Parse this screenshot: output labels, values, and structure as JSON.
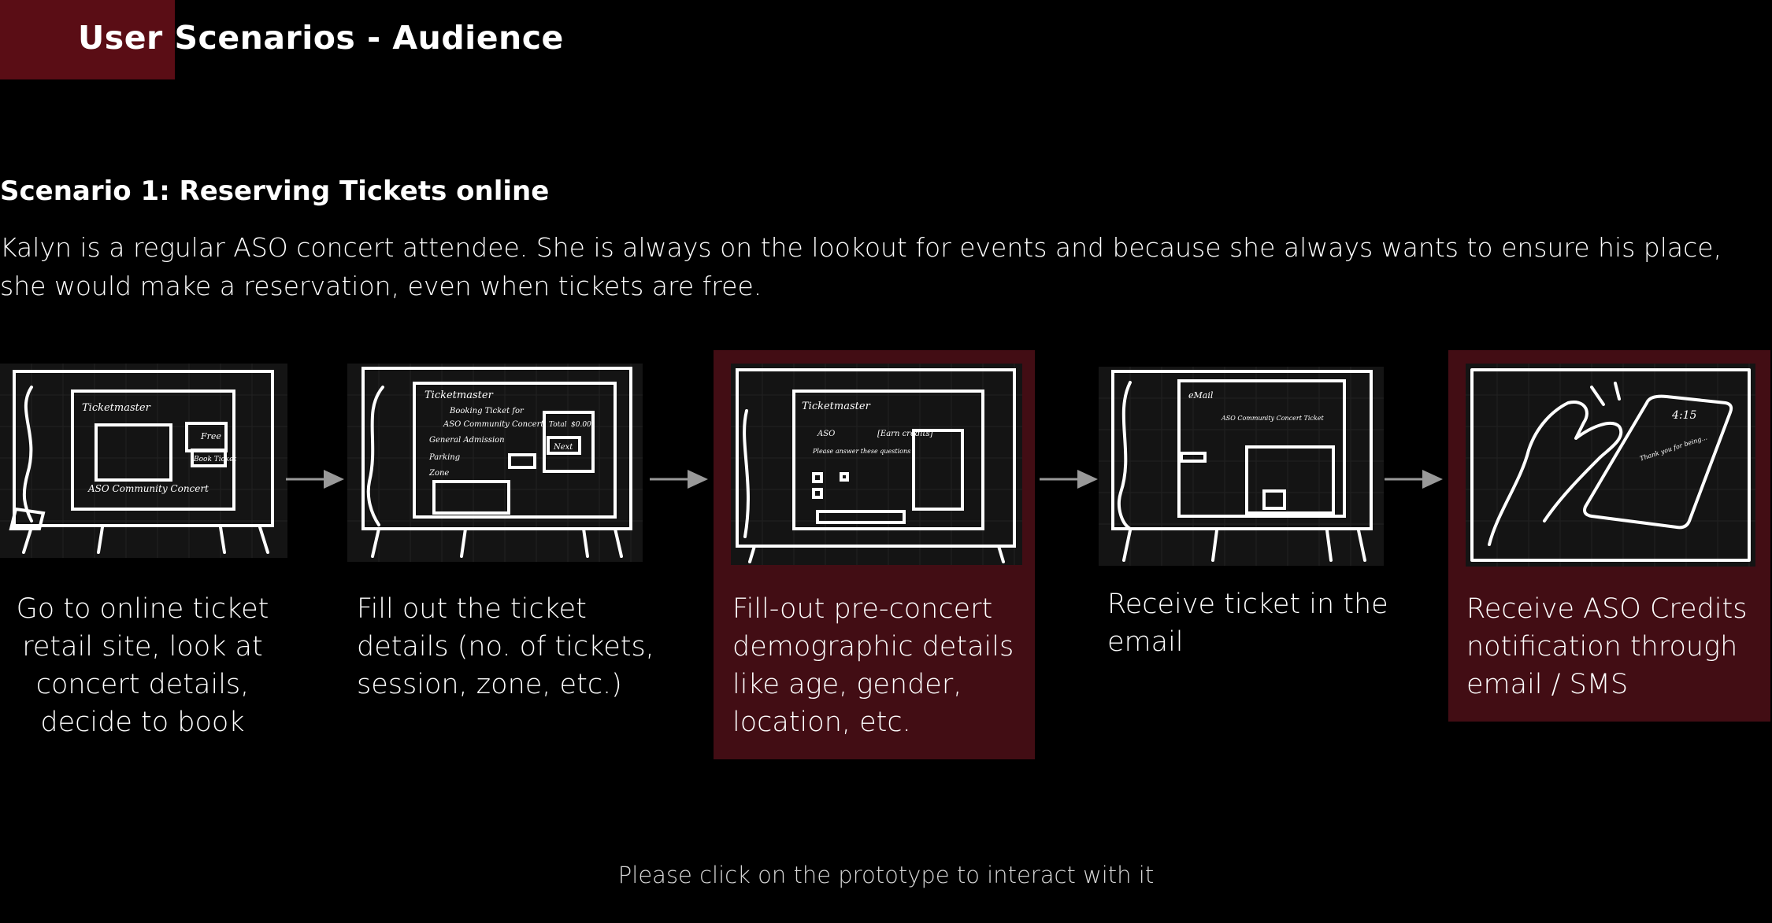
{
  "header": {
    "title": "User Scenarios - Audience"
  },
  "scenario": {
    "title": "Scenario 1: Reserving Tickets online",
    "description_line1": "Kalyn is a regular ASO concert attendee. She is always on the lookout for events and because she always wants to ensure his place,",
    "description_line2": "she would make a reservation, even when tickets are free."
  },
  "steps": [
    {
      "lines": [
        "Go to online ticket",
        "retail site, look at",
        "concert details,",
        "decide to book"
      ],
      "highlighted": false,
      "sketch": {
        "brand": "Ticketmaster",
        "text": "ASO Community Concert",
        "button": "Book Ticket",
        "free": "Free"
      }
    },
    {
      "lines": [
        "Fill out the ticket",
        "details (no. of tickets,",
        "session, zone, etc.)"
      ],
      "highlighted": false,
      "sketch": {
        "brand": "Ticketmaster",
        "text1": "Booking Ticket for",
        "text2": "ASO Community Concert",
        "text3": "General Admission",
        "parking": "Parking",
        "zone": "Zone",
        "next": "Next",
        "total": "Total",
        "price": "$0.00"
      }
    },
    {
      "lines": [
        "Fill-out pre-concert",
        "demographic details",
        "like age, gender,",
        "location, etc."
      ],
      "highlighted": true,
      "sketch": {
        "brand": "Ticketmaster",
        "logo": "ASO",
        "text": "Please answer these questions",
        "credits": "[Earn credits]"
      }
    },
    {
      "lines": [
        "Receive ticket in the",
        "email"
      ],
      "highlighted": false,
      "sketch": {
        "email": "eMail",
        "text": "ASO Community Concert Ticket"
      }
    },
    {
      "lines": [
        "Receive ASO Credits",
        "notification through",
        "email / SMS"
      ],
      "highlighted": true,
      "sketch": {
        "time": "4:15",
        "text": "Thank you for being..."
      }
    }
  ],
  "footer": {
    "text": "Please click on the prototype to interact with it"
  }
}
